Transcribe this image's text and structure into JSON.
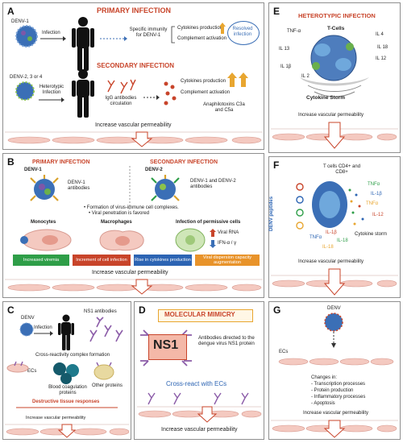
{
  "colors": {
    "accent_red": "#c8442a",
    "cell_pink": "#f4c9c0",
    "virus_blue": "#3b6fb6",
    "antibody_purple": "#8b5ca8"
  },
  "panelA": {
    "label": "A",
    "primary_title": "PRIMARY INFECTION",
    "denv1": "DENV-1",
    "infection": "Infection",
    "specific_immunity": "Specific immunity for DENV-1",
    "cytokines": "Cytokines production",
    "complement": "Complement activation",
    "resolved": "Resolved infection",
    "secondary_title": "SECONDARY INFECTION",
    "denv234": "DENV-2, 3 or 4",
    "heterotypic": "Heterotypic Infection",
    "igg": "IgG antibodies circulation",
    "cytokines2": "Cytokines production",
    "complement2": "Complement activation",
    "anaphylo": "Anaphilotoxins C3a and C5a",
    "permeability": "Increase vascular permeability"
  },
  "panelB": {
    "label": "B",
    "primary_title": "PRIMARY INFECTION",
    "secondary_title": "SECONDARY INFECTION",
    "denv1": "DENV-1",
    "denv1_ab": "DENV-1 antibodies",
    "denv2": "DENV-2",
    "denv12_ab": "DENV-1 and DENV-2 antibodies",
    "bullet1": "Formation of virus-immune cell complexes.",
    "bullet2": "Viral penetration is favored",
    "monocytes": "Monocytes",
    "macrophages": "Macrophages",
    "permissive": "Infection of permissive cells",
    "viral_rna": "Viral RNA",
    "ifn": "IFN-α / γ",
    "box1": "Increased viremia",
    "box2": "Increment of cell infection",
    "box3": "Rise in cytokines production",
    "box4": "Viral dispersion capacity augmentation",
    "box_colors": [
      "#2e9e48",
      "#c8442a",
      "#2c64b3",
      "#e8932a"
    ],
    "permeability": "Increase vascular permeability"
  },
  "panelC": {
    "label": "C",
    "denv": "DENV",
    "infection": "Infection",
    "ns1": "NS1 antibodies",
    "cross": "Cross-reactivity complex formation",
    "ecs": "ECs",
    "blood": "Blood coagulation proteins",
    "other": "Other proteins",
    "destructive": "Destructive tissue responses",
    "permeability": "Increase vascular permeability"
  },
  "panelD": {
    "label": "D",
    "title": "MOLECULAR MIMICRY",
    "ns1": "NS1",
    "antibodies": "Antibodies directed to the dengue virus NS1 protein",
    "cross": "Cross-react with ECs",
    "permeability": "Increase vascular permeability"
  },
  "panelE": {
    "label": "E",
    "title": "HETEROTYPIC INFECTION",
    "tcells": "T-Cells",
    "tnf": "TNF-α",
    "il13": "IL 13",
    "il1b": "IL 1β",
    "il4": "IL 4",
    "il18": "IL 18",
    "il12": "IL 12",
    "il2": "IL 2",
    "storm": "Cytokine Storm",
    "permeability": "Increase vascular permeability"
  },
  "panelF": {
    "label": "F",
    "denv_peptides": "DENV peptides",
    "tcells": "T cells CD4+ and CD8+",
    "tnf1": "TNFα",
    "il1b_1": "IL-1β",
    "tnf2": "TNFα",
    "il12": "IL-12",
    "tnf3": "TNFα",
    "il1b_2": "IL-1β",
    "il18_1": "IL-18",
    "il18_2": "IL-18",
    "storm": "Cytokine storm",
    "permeability": "Increase vascular permeability"
  },
  "panelG": {
    "label": "G",
    "denv": "DENV",
    "ecs": "ECs",
    "changes_title": "Changes in:",
    "changes": [
      "- Transcription processes",
      "- Protein production",
      "- Inflammatory processes",
      "- Apoptosis"
    ],
    "permeability": "Increase vascular permeability"
  }
}
